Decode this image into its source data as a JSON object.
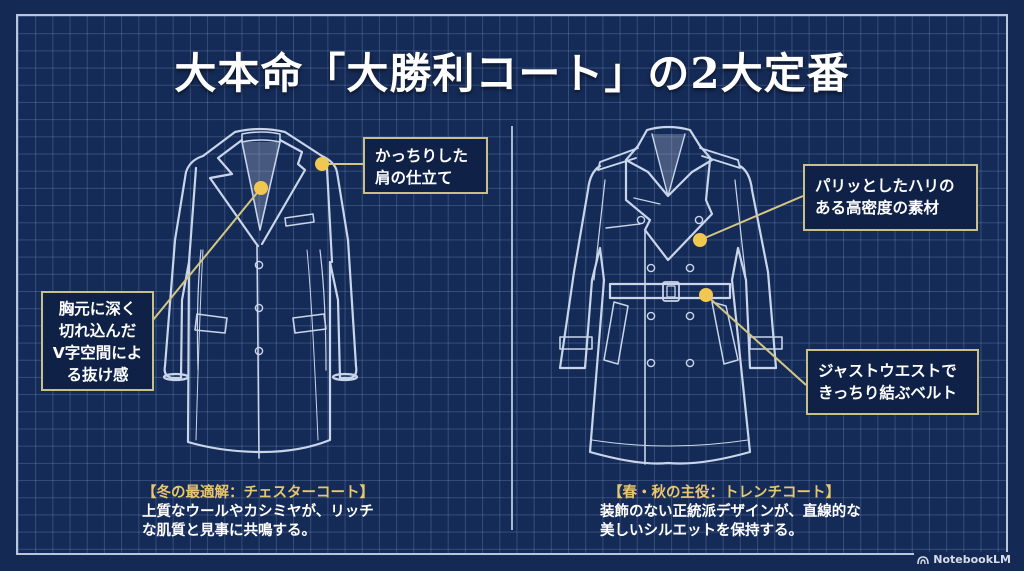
{
  "title": "大本命「大勝利コート」の2大定番",
  "colors": {
    "background": "#152b57",
    "grid": "#8ca5d2",
    "line_art": "#c9d5ea",
    "accent_gold": "#e7c66e",
    "callout_border": "#c8c08a",
    "dot": "#f0c850"
  },
  "left_panel": {
    "coat": "chester-coat",
    "callouts": [
      {
        "id": "shoulder",
        "text": "かっちりした\n肩の仕立て"
      },
      {
        "id": "v-zone",
        "text": "胸元に深く\n切れ込んだ\nV字空間によ\nる抜け感"
      }
    ],
    "caption": {
      "heading": "【冬の最適解：チェスターコート】",
      "body": "上質なウールやカシミヤが、リッチ\nな肌質と見事に共鳴する。"
    }
  },
  "right_panel": {
    "coat": "trench-coat",
    "callouts": [
      {
        "id": "fabric",
        "text": "パリッとしたハリの\nある高密度の素材"
      },
      {
        "id": "belt",
        "text": "ジャストウエストで\nきっちり結ぶベルト"
      }
    ],
    "caption": {
      "heading": "【春・秋の主役：トレンチコート】",
      "body": "装飾のない正統派デザインが、直線的な\n美しいシルエットを保持する。"
    }
  },
  "watermark": {
    "icon": "notebooklm-icon",
    "label": "NotebookLM"
  }
}
